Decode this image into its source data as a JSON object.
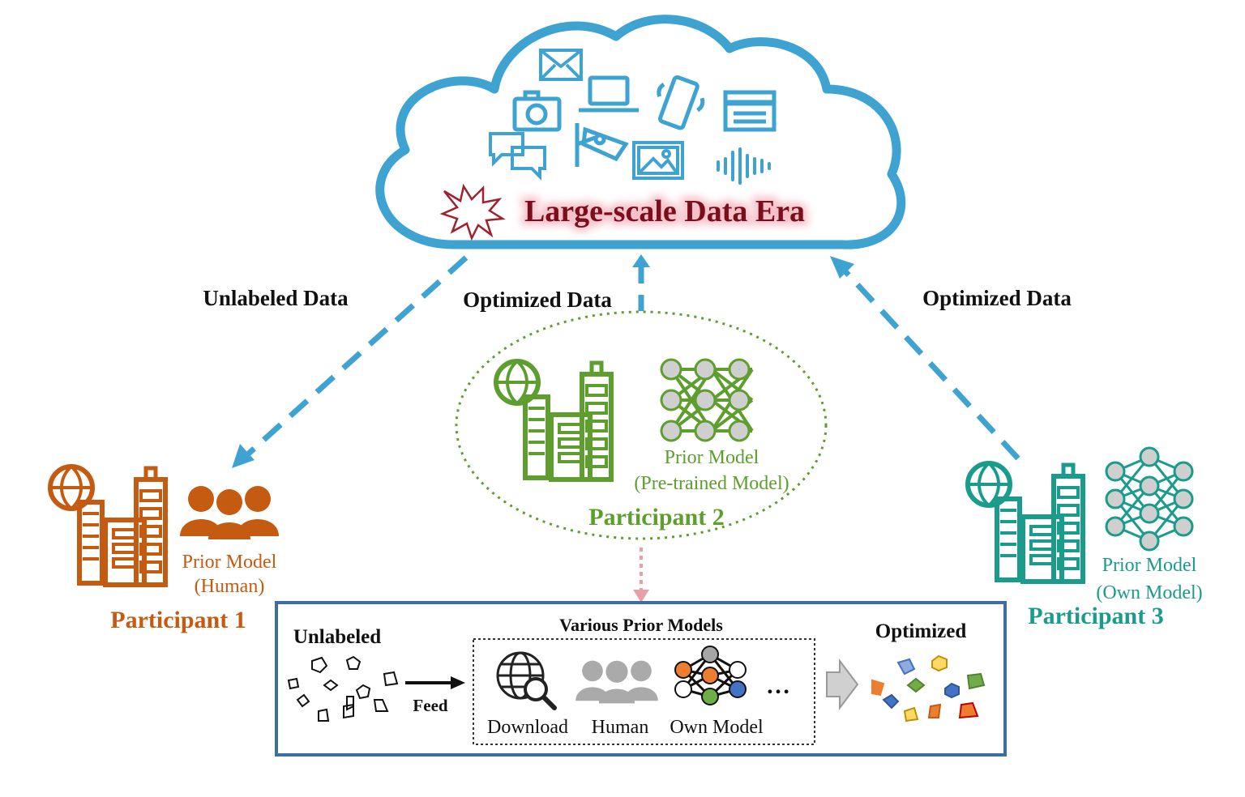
{
  "colors": {
    "cloud": "#3ea3d1",
    "flow_arrow": "#3ea3d1",
    "participant1": "#c55a11",
    "participant2": "#5e9e2f",
    "participant3": "#1a9c8c",
    "feed_arrow_pink": "#e8a0a8",
    "burst": "#a02030",
    "title_glow": "#f6c0c8",
    "box_border": "#3c6e9e",
    "grey": "#aaaaaa"
  },
  "cloud": {
    "title": "Large-scale Data Era",
    "icons": [
      "mail-icon",
      "laptop-icon",
      "camera-icon",
      "phone-icon",
      "video-clapper-icon",
      "chat-icon",
      "cctv-icon",
      "image-icon",
      "audio-wave-icon",
      "burst-icon"
    ]
  },
  "flows": {
    "left": "Unlabeled Data",
    "middle": "Optimized Data",
    "right": "Optimized Data"
  },
  "participants": {
    "p1": {
      "name": "Participant 1",
      "model_line1": "Prior Model",
      "model_line2": "(Human)"
    },
    "p2": {
      "name": "Participant 2",
      "model_line1": "Prior Model",
      "model_line2": "(Pre-trained Model)"
    },
    "p3": {
      "name": "Participant 3",
      "model_line1": "Prior Model",
      "model_line2": "(Own Model)"
    }
  },
  "pipeline": {
    "unlabeled": "Unlabeled",
    "feed": "Feed",
    "models_title": "Various Prior Models",
    "models": [
      "Download",
      "Human",
      "Own Model"
    ],
    "ellipsis": "…",
    "optimized": "Optimized"
  }
}
